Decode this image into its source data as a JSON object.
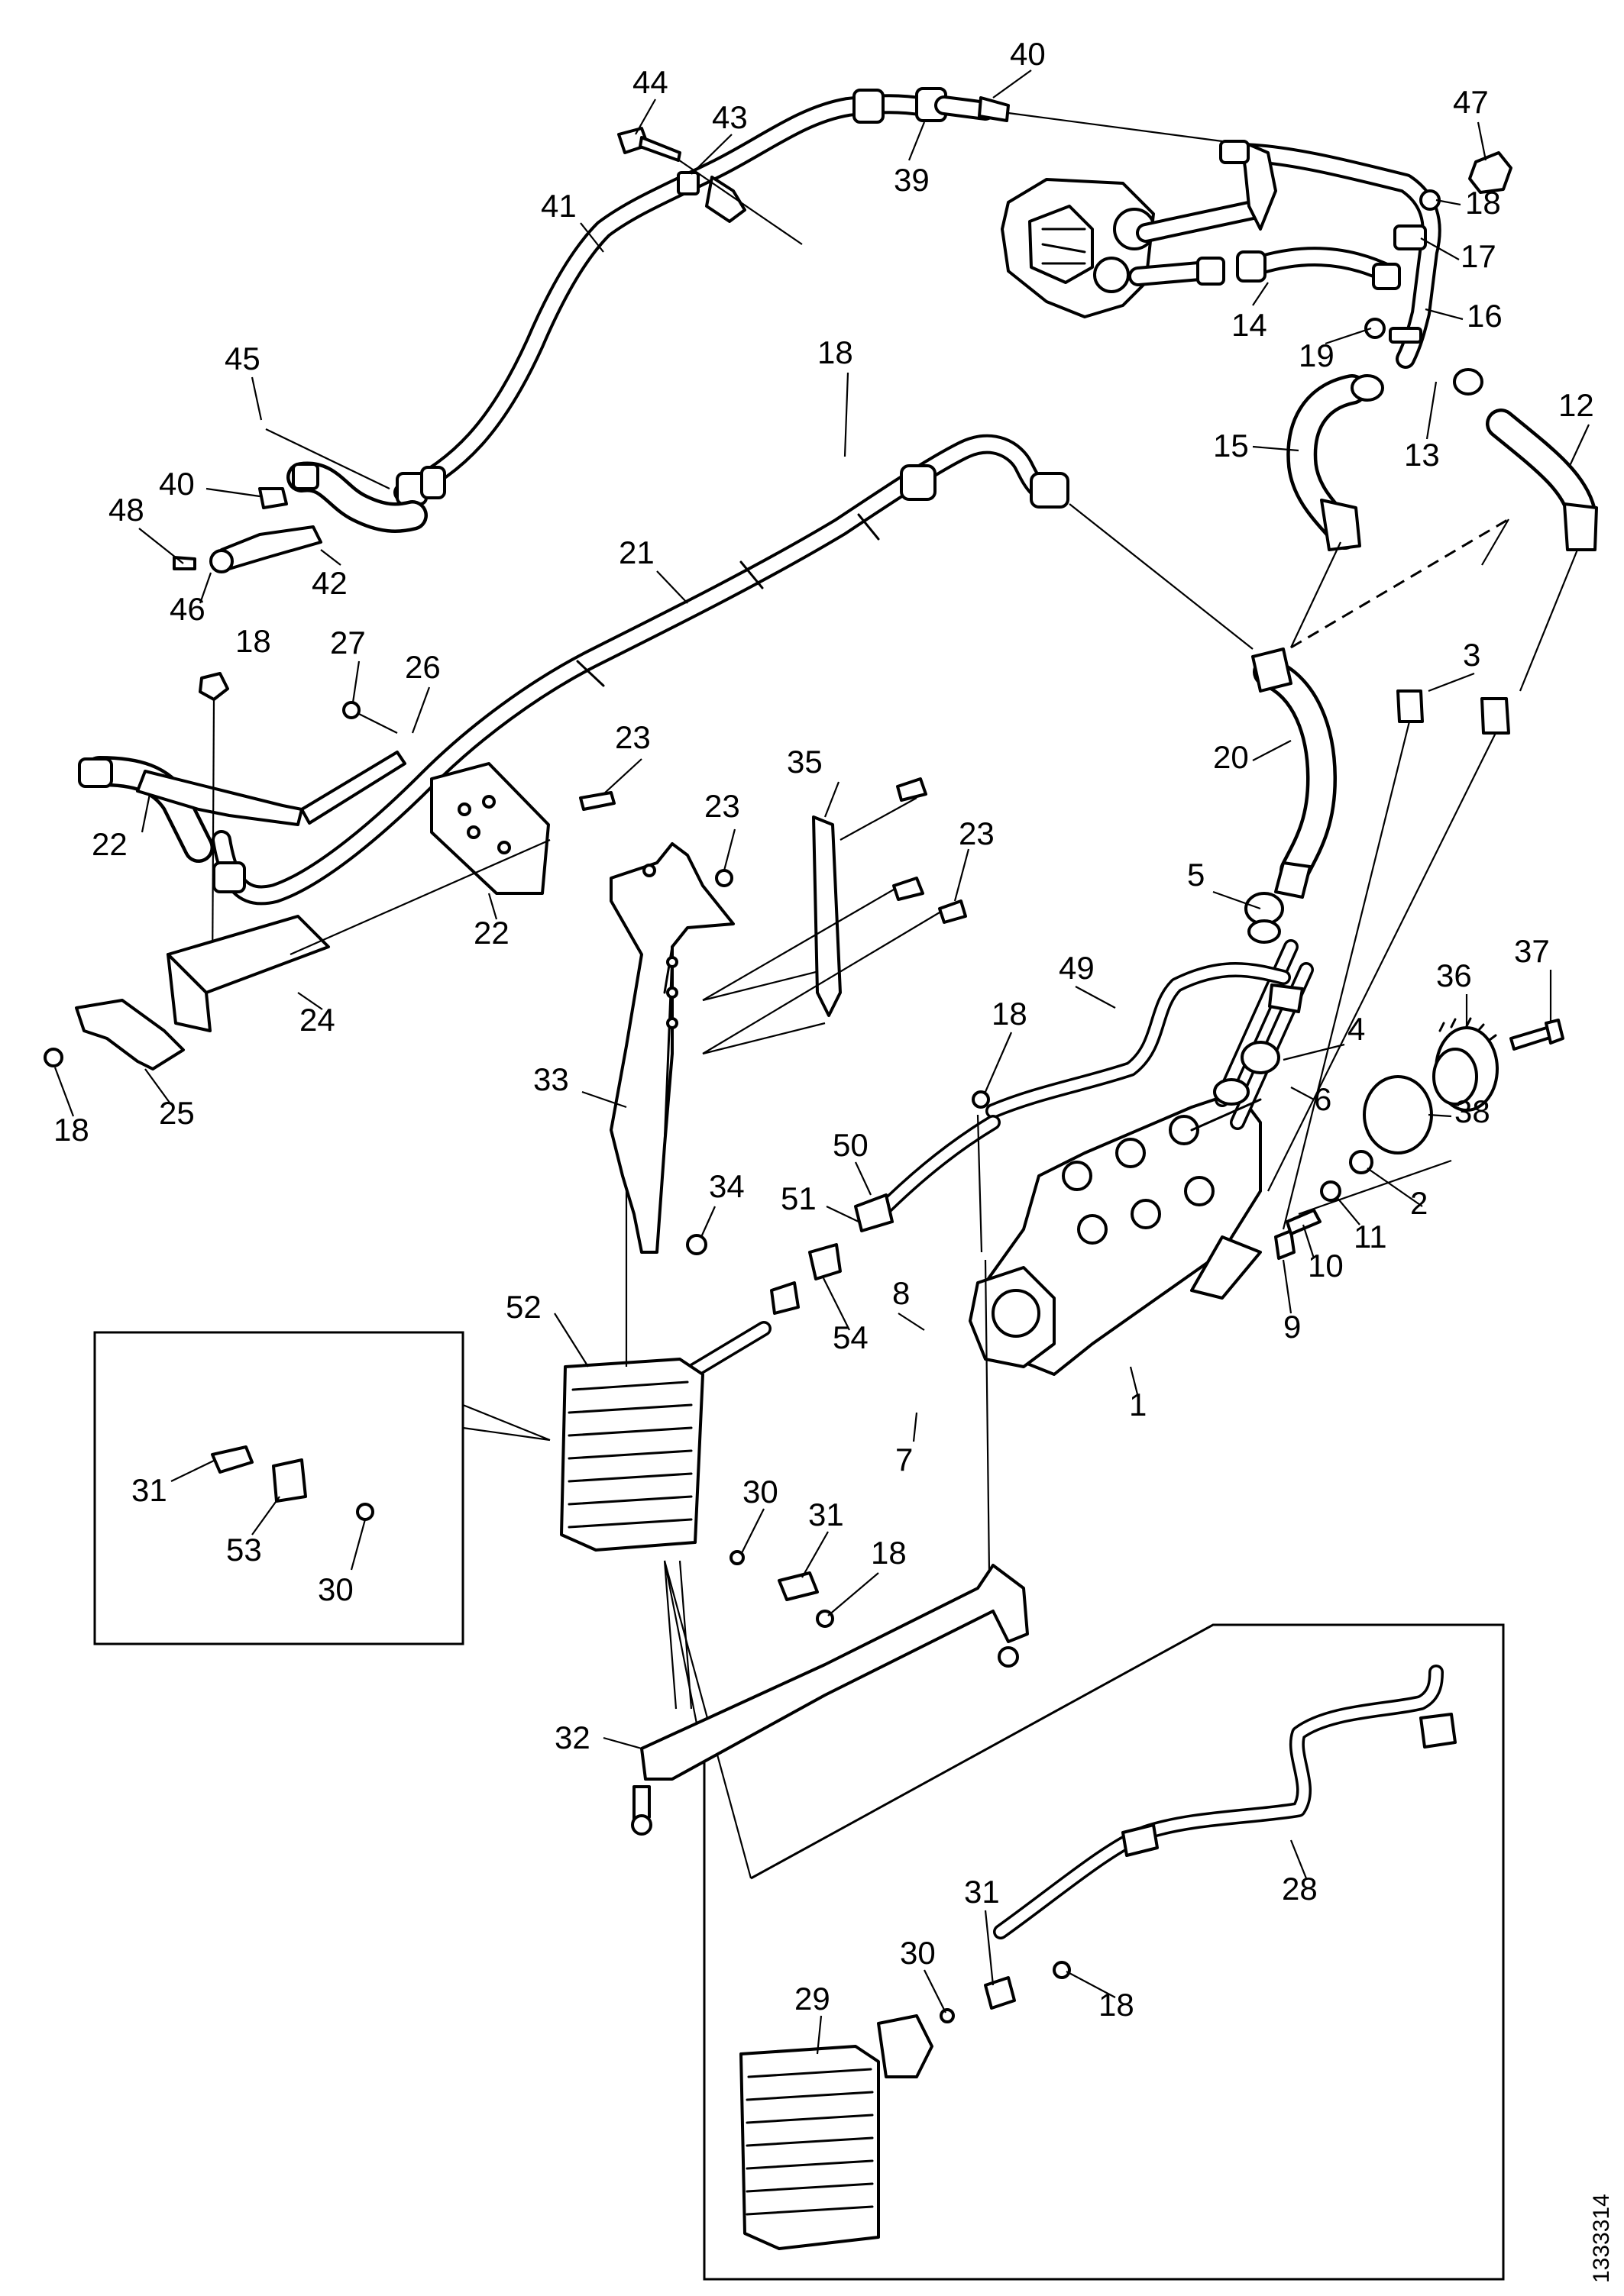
{
  "figure_id": "1333314",
  "callouts": [
    {
      "id": "c-44-top",
      "text": "44"
    },
    {
      "id": "c-43",
      "text": "43"
    },
    {
      "id": "c-40-top",
      "text": "40"
    },
    {
      "id": "c-39",
      "text": "39"
    },
    {
      "id": "c-47",
      "text": "47"
    },
    {
      "id": "c-18-a",
      "text": "18"
    },
    {
      "id": "c-41",
      "text": "41"
    },
    {
      "id": "c-17",
      "text": "17"
    },
    {
      "id": "c-14",
      "text": "14"
    },
    {
      "id": "c-16",
      "text": "16"
    },
    {
      "id": "c-19",
      "text": "19"
    },
    {
      "id": "c-45",
      "text": "45"
    },
    {
      "id": "c-18-b",
      "text": "18"
    },
    {
      "id": "c-12",
      "text": "12"
    },
    {
      "id": "c-15",
      "text": "15"
    },
    {
      "id": "c-13",
      "text": "13"
    },
    {
      "id": "c-40-left",
      "text": "40"
    },
    {
      "id": "c-48",
      "text": "48"
    },
    {
      "id": "c-42",
      "text": "42"
    },
    {
      "id": "c-21",
      "text": "21"
    },
    {
      "id": "c-46",
      "text": "46"
    },
    {
      "id": "c-18-c",
      "text": "18"
    },
    {
      "id": "c-27",
      "text": "27"
    },
    {
      "id": "c-26",
      "text": "26"
    },
    {
      "id": "c-3",
      "text": "3"
    },
    {
      "id": "c-20",
      "text": "20"
    },
    {
      "id": "c-23-a",
      "text": "23"
    },
    {
      "id": "c-35",
      "text": "35"
    },
    {
      "id": "c-22-a",
      "text": "22"
    },
    {
      "id": "c-23-b",
      "text": "23"
    },
    {
      "id": "c-23-c",
      "text": "23"
    },
    {
      "id": "c-22-b",
      "text": "22"
    },
    {
      "id": "c-5",
      "text": "5"
    },
    {
      "id": "c-37",
      "text": "37"
    },
    {
      "id": "c-36",
      "text": "36"
    },
    {
      "id": "c-49",
      "text": "49"
    },
    {
      "id": "c-24",
      "text": "24"
    },
    {
      "id": "c-4",
      "text": "4"
    },
    {
      "id": "c-18-d",
      "text": "18"
    },
    {
      "id": "c-33",
      "text": "33"
    },
    {
      "id": "c-6",
      "text": "6"
    },
    {
      "id": "c-38",
      "text": "38"
    },
    {
      "id": "c-18-e",
      "text": "18"
    },
    {
      "id": "c-25",
      "text": "25"
    },
    {
      "id": "c-50",
      "text": "50"
    },
    {
      "id": "c-2",
      "text": "2"
    },
    {
      "id": "c-51",
      "text": "51"
    },
    {
      "id": "c-34",
      "text": "34"
    },
    {
      "id": "c-11",
      "text": "11"
    },
    {
      "id": "c-10",
      "text": "10"
    },
    {
      "id": "c-52",
      "text": "52"
    },
    {
      "id": "c-8",
      "text": "8"
    },
    {
      "id": "c-9",
      "text": "9"
    },
    {
      "id": "c-54",
      "text": "54"
    },
    {
      "id": "c-1",
      "text": "1"
    },
    {
      "id": "c-7",
      "text": "7"
    },
    {
      "id": "c-31-a",
      "text": "31"
    },
    {
      "id": "c-53",
      "text": "53"
    },
    {
      "id": "c-30-a",
      "text": "30"
    },
    {
      "id": "c-30-b",
      "text": "30"
    },
    {
      "id": "c-31-b",
      "text": "31"
    },
    {
      "id": "c-18-f",
      "text": "18"
    },
    {
      "id": "c-32",
      "text": "32"
    },
    {
      "id": "c-28",
      "text": "28"
    },
    {
      "id": "c-31-c",
      "text": "31"
    },
    {
      "id": "c-30-c",
      "text": "30"
    },
    {
      "id": "c-18-g",
      "text": "18"
    },
    {
      "id": "c-29",
      "text": "29"
    }
  ]
}
